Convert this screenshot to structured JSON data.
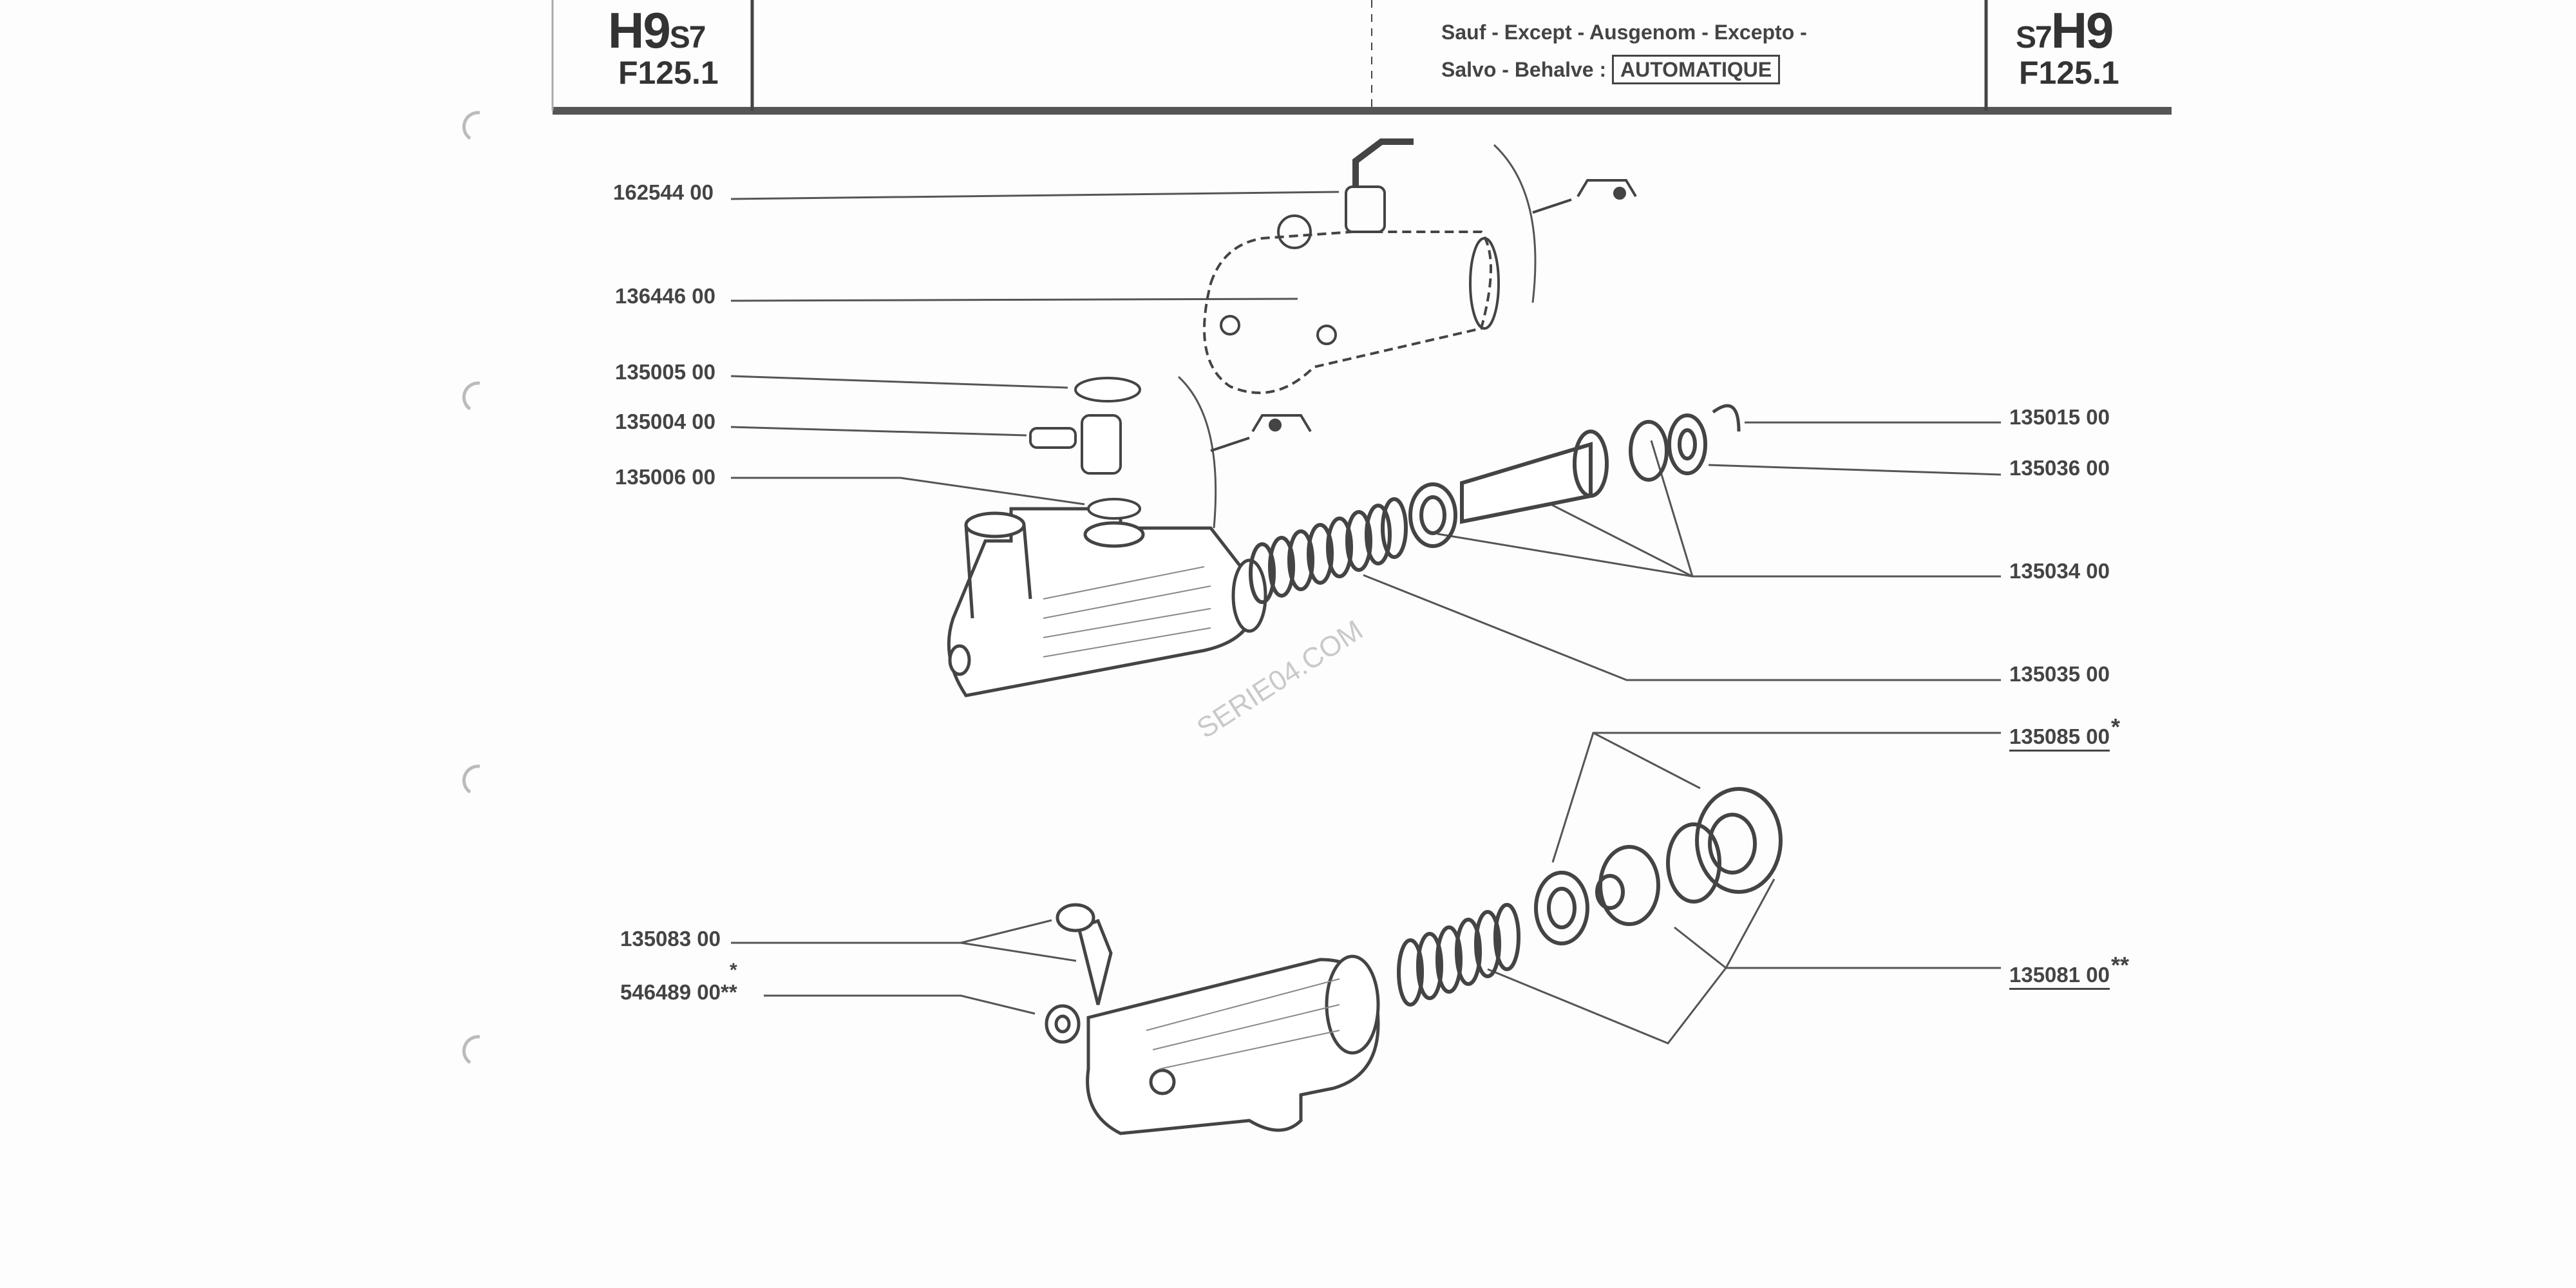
{
  "header": {
    "left": {
      "model": "H9",
      "variant": "S7",
      "section": "F125.1"
    },
    "right": {
      "model": "H9",
      "variant": "S7",
      "section": "F125.1"
    },
    "except_line1": "Sauf - Except - Ausgenom - Excepto -",
    "except_line2": "Salvo - Behalve :",
    "except_value": "AUTOMATIQUE"
  },
  "watermark": "SERIE04.COM",
  "labels_left": [
    {
      "code": "162544 00",
      "mark": ""
    },
    {
      "code": "136446 00",
      "mark": ""
    },
    {
      "code": "135005 00",
      "mark": ""
    },
    {
      "code": "135004 00",
      "mark": ""
    },
    {
      "code": "135006 00",
      "mark": ""
    },
    {
      "code": "135083 00",
      "mark": ""
    },
    {
      "code": "546489 00",
      "mark": "**",
      "mark_above": "*"
    }
  ],
  "labels_right": [
    {
      "code": "135015 00",
      "mark": ""
    },
    {
      "code": "135036 00",
      "mark": ""
    },
    {
      "code": "135034 00",
      "mark": ""
    },
    {
      "code": "135035 00",
      "mark": ""
    },
    {
      "code": "135085 00",
      "mark": "*"
    },
    {
      "code": "135081 00",
      "mark": "**"
    }
  ]
}
